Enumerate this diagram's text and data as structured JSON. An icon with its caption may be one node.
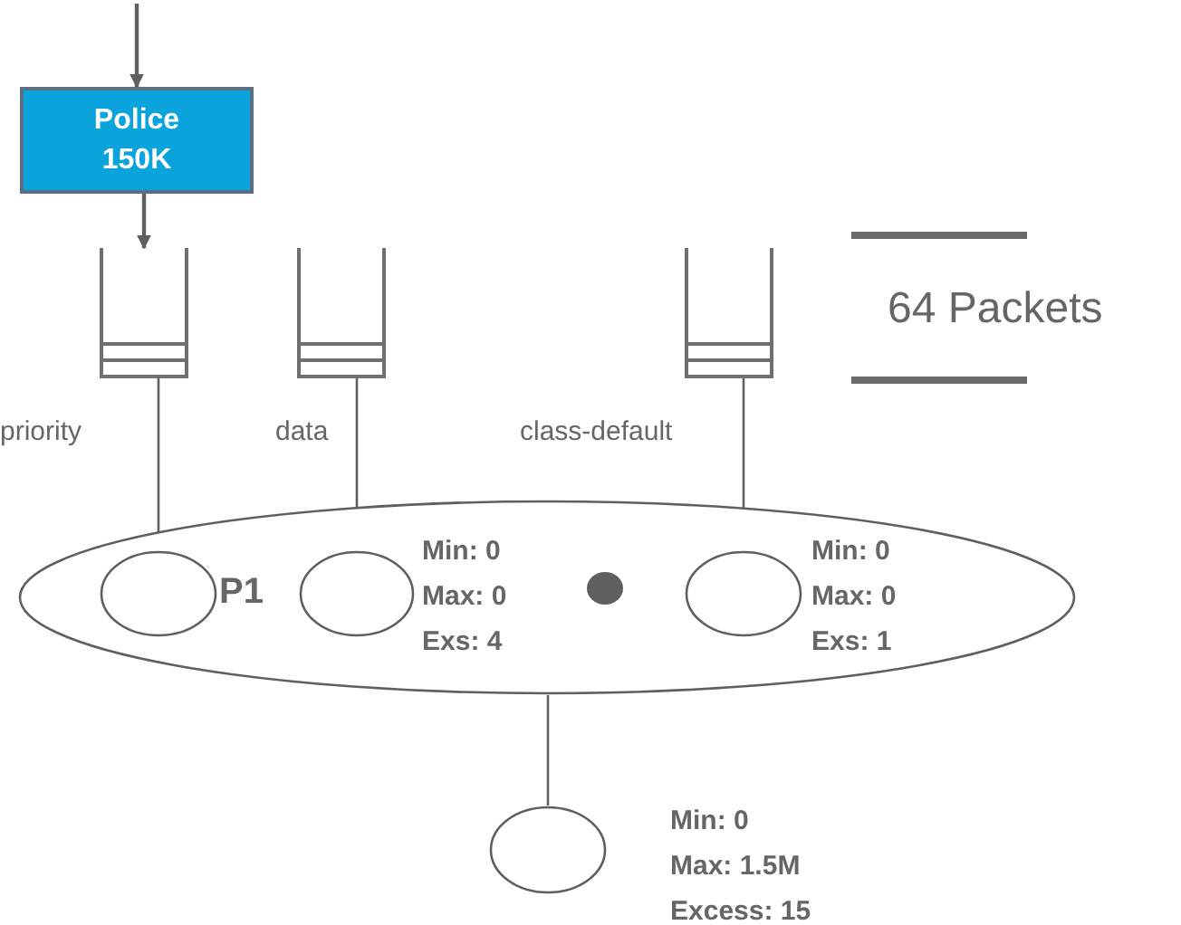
{
  "diagram": {
    "nodes": [
      {
        "text": [
          "Police 150K"
        ]
      },
      {
        "text": [],
        "shape": "queue",
        "beside": [
          "priority"
        ]
      },
      {
        "text": [],
        "shape": "queue",
        "beside": [
          "data"
        ]
      },
      {
        "text": [],
        "shape": "queue",
        "beside": [
          "class-default"
        ]
      },
      {
        "text": [],
        "shape": "ellipse"
      },
      {
        "text": [],
        "shape": "ellipse",
        "in": 4,
        "beside": [
          "P1"
        ]
      },
      {
        "text": [],
        "shape": "ellipse",
        "in": 4,
        "beside": [
          "Min: 0 Max: 0 Exs: 4"
        ]
      },
      {
        "text": [],
        "shape": "circle",
        "in": 4
      },
      {
        "text": [],
        "shape": "ellipse",
        "in": 4,
        "beside": [
          "Min: 0 Max: 0 Exs: 1"
        ]
      },
      {
        "text": [],
        "shape": "ellipse",
        "beside": [
          "Min: 0 Max: 1.5M Excess: 15"
        ]
      }
    ],
    "edges": [
      {
        "from": null,
        "to": 0,
        "arrow": "to"
      },
      {
        "from": 0,
        "to": 1,
        "arrow": "to"
      },
      {
        "from": 1,
        "to": 5,
        "arrow": "none"
      },
      {
        "from": 2,
        "to": 6,
        "arrow": "none"
      },
      {
        "from": 3,
        "to": 8,
        "arrow": "none"
      },
      {
        "from": 4,
        "to": 9,
        "arrow": "none"
      }
    ],
    "labels": [
      "64 Packets"
    ]
  }
}
